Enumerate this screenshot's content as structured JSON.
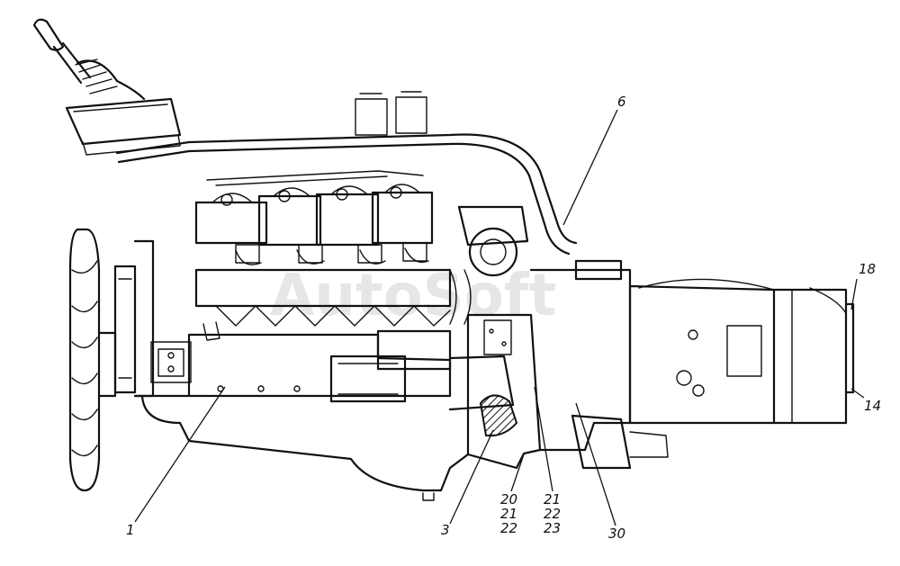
{
  "watermark": "AutoSoft",
  "callouts": [
    {
      "id": "c1",
      "lines": [
        "1"
      ]
    },
    {
      "id": "c3",
      "lines": [
        "3"
      ]
    },
    {
      "id": "c6",
      "lines": [
        "6"
      ]
    },
    {
      "id": "c14",
      "lines": [
        "14"
      ]
    },
    {
      "id": "c18",
      "lines": [
        "18"
      ]
    },
    {
      "id": "c20",
      "lines": [
        "20",
        "21",
        "22"
      ]
    },
    {
      "id": "c21",
      "lines": [
        "21",
        "22",
        "23"
      ]
    },
    {
      "id": "c30",
      "lines": [
        "30"
      ]
    }
  ]
}
